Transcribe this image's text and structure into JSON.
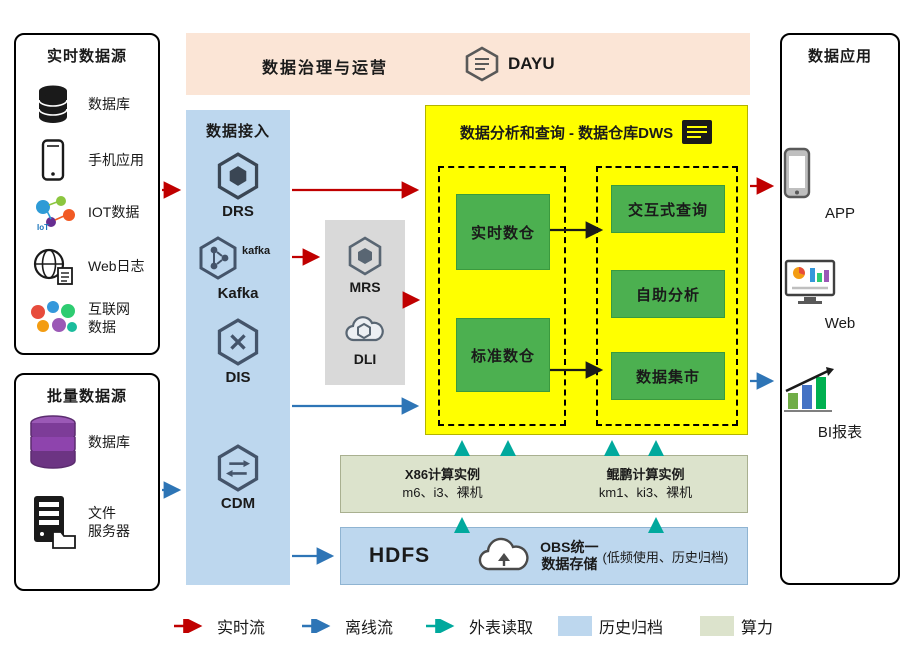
{
  "realtime_sources": {
    "title": "实时数据源",
    "items": [
      {
        "label": "数据库",
        "icon": "database-icon"
      },
      {
        "label": "手机应用",
        "icon": "mobile-phone-icon"
      },
      {
        "label": "IOT数据",
        "icon": "iot-icon"
      },
      {
        "label": "Web日志",
        "icon": "web-log-icon"
      },
      {
        "label": "互联网\n数据",
        "icon": "internet-data-icon"
      }
    ]
  },
  "batch_sources": {
    "title": "批量数据源",
    "items": [
      {
        "label": "数据库",
        "icon": "database-stack-icon"
      },
      {
        "label": "文件\n服务器",
        "icon": "file-server-icon"
      }
    ]
  },
  "governance": {
    "title": "数据治理与运营",
    "product": "DAYU",
    "icon": "dayu-icon"
  },
  "ingestion": {
    "title": "数据接入",
    "services": [
      {
        "name": "DRS",
        "icon": "drs-icon"
      },
      {
        "name": "Kafka",
        "icon": "kafka-icon"
      },
      {
        "name": "DIS",
        "icon": "dis-icon"
      },
      {
        "name": "CDM",
        "icon": "cdm-icon"
      }
    ]
  },
  "middleware": {
    "services": [
      {
        "name": "MRS",
        "icon": "mrs-icon"
      },
      {
        "name": "DLI",
        "icon": "dli-icon"
      }
    ]
  },
  "dws": {
    "title": "数据分析和查询 - 数据仓库DWS",
    "icon": "dws-doc-icon",
    "warehouses": [
      "实时数仓",
      "标准数仓"
    ],
    "capabilities": [
      "交互式查询",
      "自助分析",
      "数据集市"
    ]
  },
  "compute": {
    "x86": {
      "title": "X86计算实例",
      "subtitle": "m6、i3、裸机"
    },
    "kunpeng": {
      "title": "鲲鹏计算实例",
      "subtitle": "km1、ki3、裸机"
    }
  },
  "storage": {
    "hdfs": "HDFS",
    "obs": "OBS统一\n数据存储",
    "note": "(低频使用、历史归档)",
    "icon": "obs-cloud-icon"
  },
  "applications": {
    "title": "数据应用",
    "items": [
      {
        "label": "APP",
        "icon": "app-icon"
      },
      {
        "label": "Web",
        "icon": "web-icon"
      },
      {
        "label": "BI报表",
        "icon": "bi-report-icon"
      }
    ]
  },
  "legend": [
    {
      "label": "实时流",
      "type": "arrow",
      "color": "#C00000"
    },
    {
      "label": "离线流",
      "type": "arrow",
      "color": "#2E75B6"
    },
    {
      "label": "外表读取",
      "type": "arrow",
      "color": "#00A99D"
    },
    {
      "label": "历史归档",
      "type": "swatch",
      "color": "#BDD7EE"
    },
    {
      "label": "算力",
      "type": "swatch",
      "color": "#DCE3CC"
    }
  ],
  "colors": {
    "realtime_flow": "#C00000",
    "offline_flow": "#2E75B6",
    "external_read": "#00A99D",
    "governance_bg": "#FBE5D6",
    "ingestion_bg": "#BDD7EE",
    "middleware_bg": "#D9D9D9",
    "dws_bg": "#FFFF00",
    "warehouse_green": "#4CB050",
    "compute_bg": "#DCE3CC",
    "storage_bg": "#BDD7EE"
  }
}
